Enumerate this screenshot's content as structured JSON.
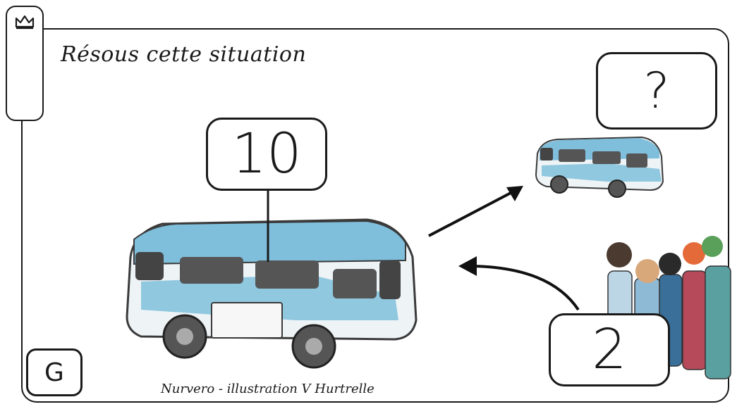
{
  "card": {
    "title": "Résous cette situation",
    "level_badge": "G",
    "credit": "Nurvero - illustration V Hurtrelle"
  },
  "problem": {
    "bus_passengers": "10",
    "small_bus_unknown": "?",
    "people_count": "2"
  },
  "icons": {
    "tab_icon": "crown-icon"
  },
  "colors": {
    "bus_blue": "#7fbfdc",
    "ink": "#1a1a1a"
  }
}
